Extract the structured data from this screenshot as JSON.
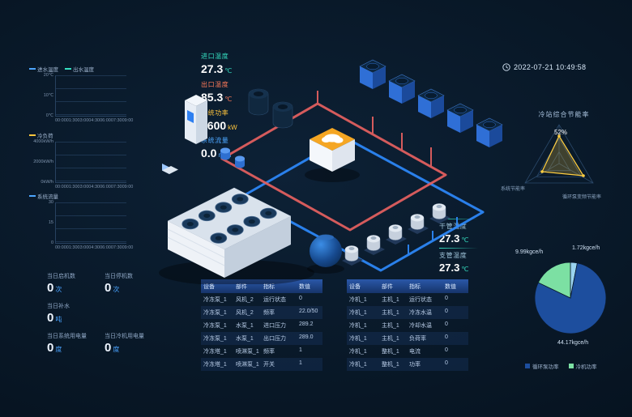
{
  "colors": {
    "accent_blue": "#2e8bff",
    "accent_red": "#e05f5f",
    "accent_teal": "#35e0c2",
    "accent_yellow": "#ffc53d",
    "panel_header_blue": "#2a57a8"
  },
  "header": {
    "timestamp": "2022-07-21 10:49:58"
  },
  "left_charts": [
    {
      "legend": [
        {
          "label": "进水温度",
          "color": "#4da6ff"
        },
        {
          "label": "出水温度",
          "color": "#35e0c2"
        }
      ],
      "y_ticks": [
        "20℃",
        "10℃",
        "0℃"
      ],
      "x_ticks": [
        "00:00",
        "01:30",
        "03:00",
        "04:30",
        "06:00",
        "07:30",
        "09:00"
      ]
    },
    {
      "legend": [
        {
          "label": "冷负荷",
          "color": "#ffc53d"
        }
      ],
      "y_ticks": [
        "4000kW/h",
        "2000kW/h",
        "0kW/h"
      ],
      "x_ticks": [
        "00:00",
        "01:30",
        "03:00",
        "04:30",
        "06:00",
        "07:30",
        "09:00"
      ]
    },
    {
      "legend": [
        {
          "label": "系统流量",
          "color": "#4da6ff"
        }
      ],
      "y_ticks": [
        "30",
        "15",
        "0"
      ],
      "x_ticks": [
        "00:00",
        "01:30",
        "03:00",
        "04:30",
        "06:00",
        "07:30",
        "09:00"
      ]
    }
  ],
  "kpis_left": [
    {
      "label": "进口温度",
      "value": "27.3",
      "unit": "℃",
      "accent": "#35e0c2"
    },
    {
      "label": "出口温度",
      "value": "85.3",
      "unit": "℃",
      "accent": "#ff7a59"
    },
    {
      "label": "系统功率",
      "value": "7600",
      "unit": "kW",
      "accent": "#ffc53d"
    },
    {
      "label": "系统流量",
      "value": "0.0",
      "unit": "m³/h",
      "accent": "#4da6ff"
    }
  ],
  "kpis_right": [
    {
      "label": "干管温度",
      "value": "27.3",
      "unit": "℃",
      "accent": "#35e0c2"
    },
    {
      "label": "支管温度",
      "value": "27.3",
      "unit": "℃",
      "accent": "#35e0c2"
    }
  ],
  "counters": [
    {
      "label": "当日启机数",
      "value": "0",
      "unit": "次"
    },
    {
      "label": "当日停机数",
      "value": "0",
      "unit": "次"
    },
    {
      "label": "当日补水",
      "value": "0",
      "unit": "吨"
    },
    {
      "label": "当日系统用电量",
      "value": "0",
      "unit": "度"
    },
    {
      "label": "当日冷机用电量",
      "value": "0",
      "unit": "度"
    }
  ],
  "tables": {
    "left": {
      "headers": [
        "设备",
        "部件",
        "指标",
        "数值"
      ],
      "rows": [
        [
          "冷冻泵_1",
          "风机_2",
          "运行状态",
          "0"
        ],
        [
          "冷冻泵_1",
          "风机_2",
          "频率",
          "22.0/50"
        ],
        [
          "冷冻泵_1",
          "水泵_1",
          "进口压力",
          "289.2"
        ],
        [
          "冷冻泵_1",
          "水泵_1",
          "出口压力",
          "289.0"
        ],
        [
          "冷冻塔_1",
          "喷淋泵_1",
          "频率",
          "1"
        ],
        [
          "冷冻塔_1",
          "喷淋泵_1",
          "开关",
          "1"
        ]
      ]
    },
    "right": {
      "headers": [
        "设备",
        "部件",
        "指标",
        "数值"
      ],
      "rows": [
        [
          "冷机_1",
          "主机_1",
          "运行状态",
          "0"
        ],
        [
          "冷机_1",
          "主机_1",
          "冷冻水温",
          "0"
        ],
        [
          "冷机_1",
          "主机_1",
          "冷却水温",
          "0"
        ],
        [
          "冷机_1",
          "主机_1",
          "负荷率",
          "0"
        ],
        [
          "冷机_1",
          "整机_1",
          "电流",
          "0"
        ],
        [
          "冷机_1",
          "整机_1",
          "功率",
          "0"
        ]
      ]
    }
  },
  "radar": {
    "title": "冷站综合节能率",
    "value_label": "52%",
    "axis_left": "系统节能率",
    "axis_right": "循环泵变频节能率"
  },
  "pie": {
    "slices": [
      {
        "label": "1.72kgce/h",
        "value": 1.72,
        "color": "#9ad4f0"
      },
      {
        "label": "44.17kgce/h",
        "value": 44.17,
        "color": "#1d4e9e"
      },
      {
        "label": "9.99kgce/h",
        "value": 9.99,
        "color": "#7ce0a3"
      }
    ],
    "legend": [
      {
        "label": "循环泵功率",
        "color": "#1d4e9e"
      },
      {
        "label": "冷机功率",
        "color": "#7ce0a3"
      }
    ]
  }
}
